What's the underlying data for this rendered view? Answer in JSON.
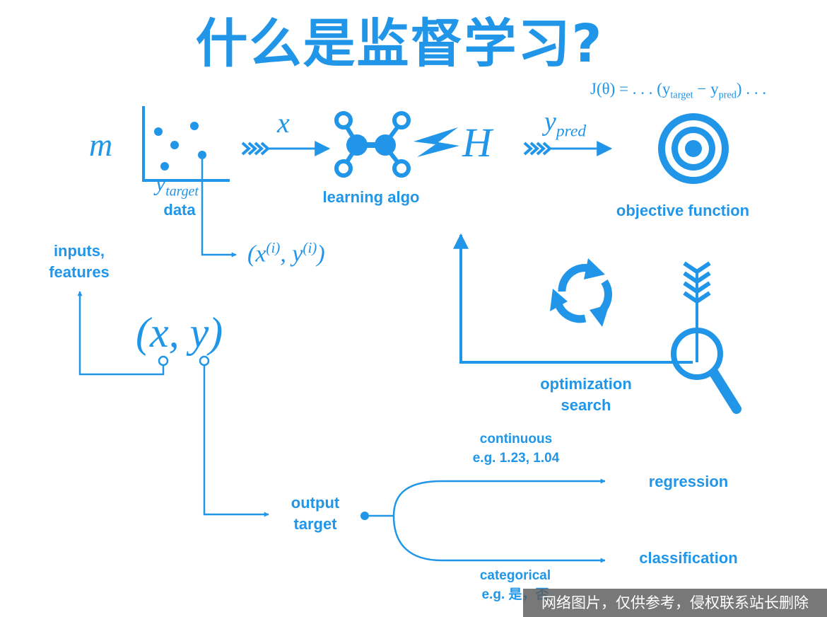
{
  "title": "什么是监督学习?",
  "labels": {
    "data": "data",
    "learning_algo": "learning algo",
    "objective_function": "objective function",
    "inputs_features_1": "inputs,",
    "inputs_features_2": "features",
    "optimization_1": "optimization",
    "optimization_2": "search",
    "continuous": "continuous",
    "continuous_eg": "e.g. 1.23, 1.04",
    "regression": "regression",
    "output_1": "output",
    "output_2": "target",
    "classification": "classification",
    "categorical": "categorical",
    "categorical_eg": "e.g. 是，否"
  },
  "math": {
    "m": "m",
    "x": "x",
    "H": "H",
    "y_pred_base": "y",
    "y_pred_sub": "pred",
    "y_target_base": "y",
    "y_target_sub": "target",
    "pair_i_open": "(x",
    "pair_i_sup1": "(i)",
    "pair_i_mid": ", y",
    "pair_i_sup2": "(i)",
    "pair_i_close": ")",
    "xy_pair": "(x, y)",
    "objective_a": "J(θ) = . . . (y",
    "objective_sub1": "target",
    "objective_b": " − y",
    "objective_sub2": "pred",
    "objective_c": ") . . ."
  },
  "watermark": "网络图片，仅供参考，侵权联系站长删除",
  "colors": {
    "accent": "#2196e8",
    "background": "#ffffff"
  }
}
